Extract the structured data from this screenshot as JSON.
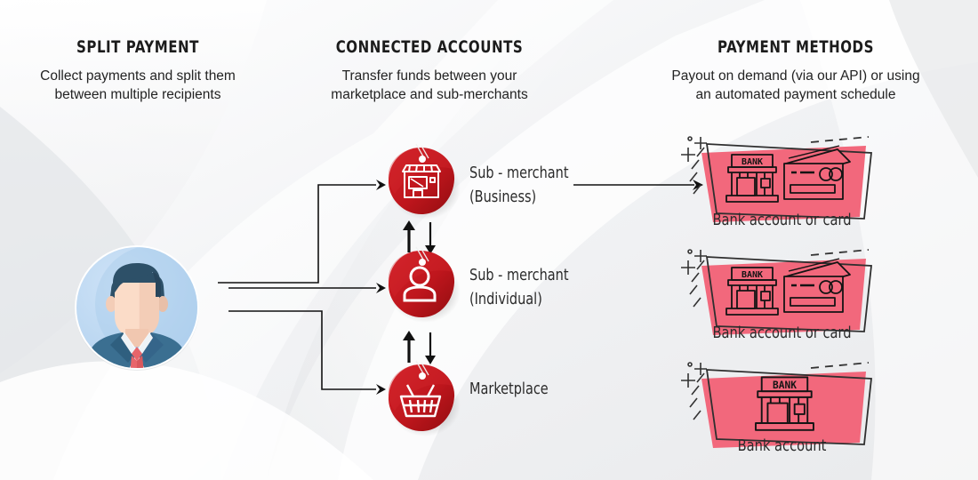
{
  "columns": [
    {
      "title": "SPLIT PAYMENT",
      "subtitle_line1": "Collect payments and split them",
      "subtitle_line2": "between multiple recipients"
    },
    {
      "title": "CONNECTED ACCOUNTS",
      "subtitle_line1": "Transfer funds between your",
      "subtitle_line2": "marketplace and sub-merchants"
    },
    {
      "title": "PAYMENT METHODS",
      "subtitle_line1": "Payout on demand (via our API) or using",
      "subtitle_line2": "an automated payment schedule"
    }
  ],
  "payer": {
    "icon": "businessman-avatar-icon"
  },
  "accounts": [
    {
      "icon": "shop-icon",
      "label_line1": "Sub - merchant",
      "label_line2": "(Business)"
    },
    {
      "icon": "person-icon",
      "label_line1": "Sub - merchant",
      "label_line2": "(Individual)"
    },
    {
      "icon": "basket-icon",
      "label_line1": "Marketplace",
      "label_line2": ""
    }
  ],
  "sync_arrows": [
    {
      "up": "arrow-up-icon",
      "down": "arrow-down-icon"
    },
    {
      "up": "arrow-up-icon",
      "down": "arrow-down-icon"
    }
  ],
  "payment_methods": [
    {
      "caption": "Bank account or card",
      "icons": [
        "bank-building-icon",
        "credit-cards-icon"
      ],
      "bank_label": "BANK"
    },
    {
      "caption": "Bank account or card",
      "icons": [
        "bank-building-icon",
        "credit-cards-icon"
      ],
      "bank_label": "BANK"
    },
    {
      "caption": "Bank account",
      "icons": [
        "bank-building-icon"
      ],
      "bank_label": "BANK"
    }
  ],
  "colors": {
    "pin_red": "#c41a22",
    "pin_red_dark": "#9e1014",
    "card_pink": "#f2687c",
    "frame_dark": "#2f2f2f",
    "avatar_bg": "#bcd9f2",
    "suit_blue": "#3b6f91",
    "tie_red": "#e8656a",
    "text_dark": "#1c1c1c",
    "background": "#f3f4f6"
  }
}
